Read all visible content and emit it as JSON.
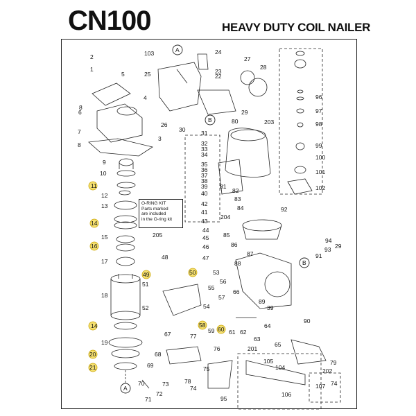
{
  "header": {
    "model": "CN100",
    "subtitle": "HEAVY DUTY COIL NAILER"
  },
  "kit_note": {
    "title": "O-RING KIT",
    "line1": "Parts marked",
    "line2": "are included",
    "line3": "in the O-ring kit"
  },
  "colors": {
    "highlight_fill": "#f5e070",
    "highlight_stroke": "#c9a400",
    "line": "#222222"
  },
  "parts": [
    {
      "id": "1",
      "hl": false
    },
    {
      "id": "2",
      "hl": false
    },
    {
      "id": "3",
      "hl": false
    },
    {
      "id": "4",
      "hl": false
    },
    {
      "id": "5",
      "hl": false
    },
    {
      "id": "6",
      "hl": false
    },
    {
      "id": "7",
      "hl": false
    },
    {
      "id": "8",
      "hl": false
    },
    {
      "id": "9",
      "hl": false
    },
    {
      "id": "10",
      "hl": false
    },
    {
      "id": "11",
      "hl": true
    },
    {
      "id": "12",
      "hl": false
    },
    {
      "id": "13",
      "hl": false
    },
    {
      "id": "14",
      "hl": true
    },
    {
      "id": "15",
      "hl": false
    },
    {
      "id": "16",
      "hl": true
    },
    {
      "id": "17",
      "hl": false
    },
    {
      "id": "18",
      "hl": false
    },
    {
      "id": "14",
      "hl": true
    },
    {
      "id": "19",
      "hl": false
    },
    {
      "id": "20",
      "hl": true
    },
    {
      "id": "21",
      "hl": true
    },
    {
      "id": "22",
      "hl": false
    },
    {
      "id": "23",
      "hl": false
    },
    {
      "id": "24",
      "hl": false
    },
    {
      "id": "25",
      "hl": false
    },
    {
      "id": "26",
      "hl": false
    },
    {
      "id": "27",
      "hl": false
    },
    {
      "id": "28",
      "hl": false
    },
    {
      "id": "29",
      "hl": false
    },
    {
      "id": "30",
      "hl": false
    },
    {
      "id": "31",
      "hl": false
    },
    {
      "id": "32",
      "hl": false
    },
    {
      "id": "33",
      "hl": false
    },
    {
      "id": "34",
      "hl": false
    },
    {
      "id": "35",
      "hl": false
    },
    {
      "id": "36",
      "hl": false
    },
    {
      "id": "37",
      "hl": false
    },
    {
      "id": "38",
      "hl": false
    },
    {
      "id": "39",
      "hl": false
    },
    {
      "id": "40",
      "hl": false
    },
    {
      "id": "42",
      "hl": false
    },
    {
      "id": "41",
      "hl": false
    },
    {
      "id": "43",
      "hl": false
    },
    {
      "id": "204",
      "hl": false
    },
    {
      "id": "44",
      "hl": false
    },
    {
      "id": "45",
      "hl": false
    },
    {
      "id": "46",
      "hl": false
    },
    {
      "id": "47",
      "hl": false
    },
    {
      "id": "48",
      "hl": false
    },
    {
      "id": "205",
      "hl": false
    },
    {
      "id": "49",
      "hl": true
    },
    {
      "id": "50",
      "hl": true
    },
    {
      "id": "51",
      "hl": false
    },
    {
      "id": "52",
      "hl": false
    },
    {
      "id": "53",
      "hl": false
    },
    {
      "id": "54",
      "hl": false
    },
    {
      "id": "55",
      "hl": false
    },
    {
      "id": "56",
      "hl": false
    },
    {
      "id": "57",
      "hl": false
    },
    {
      "id": "58",
      "hl": true
    },
    {
      "id": "59",
      "hl": false
    },
    {
      "id": "60",
      "hl": true
    },
    {
      "id": "61",
      "hl": false
    },
    {
      "id": "62",
      "hl": false
    },
    {
      "id": "63",
      "hl": false
    },
    {
      "id": "64",
      "hl": false
    },
    {
      "id": "65",
      "hl": false
    },
    {
      "id": "66",
      "hl": false
    },
    {
      "id": "67",
      "hl": false
    },
    {
      "id": "68",
      "hl": false
    },
    {
      "id": "69",
      "hl": false
    },
    {
      "id": "70",
      "hl": false
    },
    {
      "id": "71",
      "hl": false
    },
    {
      "id": "72",
      "hl": false
    },
    {
      "id": "73",
      "hl": false
    },
    {
      "id": "74",
      "hl": false
    },
    {
      "id": "75",
      "hl": false
    },
    {
      "id": "76",
      "hl": false
    },
    {
      "id": "77",
      "hl": false
    },
    {
      "id": "78",
      "hl": false
    },
    {
      "id": "79",
      "hl": false
    },
    {
      "id": "80",
      "hl": false
    },
    {
      "id": "81",
      "hl": false
    },
    {
      "id": "82",
      "hl": false
    },
    {
      "id": "83",
      "hl": false
    },
    {
      "id": "84",
      "hl": false
    },
    {
      "id": "85",
      "hl": false
    },
    {
      "id": "86",
      "hl": false
    },
    {
      "id": "87",
      "hl": false
    },
    {
      "id": "88",
      "hl": false
    },
    {
      "id": "89",
      "hl": false
    },
    {
      "id": "90",
      "hl": false
    },
    {
      "id": "91",
      "hl": false
    },
    {
      "id": "92",
      "hl": false
    },
    {
      "id": "93",
      "hl": false
    },
    {
      "id": "94",
      "hl": false
    },
    {
      "id": "95",
      "hl": false
    },
    {
      "id": "96",
      "hl": false
    },
    {
      "id": "97",
      "hl": false
    },
    {
      "id": "98",
      "hl": false
    },
    {
      "id": "99",
      "hl": false
    },
    {
      "id": "100",
      "hl": false
    },
    {
      "id": "101",
      "hl": false
    },
    {
      "id": "102",
      "hl": false
    },
    {
      "id": "103",
      "hl": false
    },
    {
      "id": "104",
      "hl": false
    },
    {
      "id": "105",
      "hl": false
    },
    {
      "id": "106",
      "hl": false
    },
    {
      "id": "107",
      "hl": false
    },
    {
      "id": "201",
      "hl": false
    },
    {
      "id": "202",
      "hl": false
    },
    {
      "id": "203",
      "hl": false
    },
    {
      "id": "29",
      "hl": false
    },
    {
      "id": "39",
      "hl": false
    },
    {
      "id": "8",
      "hl": false
    },
    {
      "id": "74",
      "hl": false
    },
    {
      "id": "A",
      "hl": false
    },
    {
      "id": "A",
      "hl": false
    },
    {
      "id": "B",
      "hl": false
    },
    {
      "id": "B",
      "hl": false
    }
  ]
}
